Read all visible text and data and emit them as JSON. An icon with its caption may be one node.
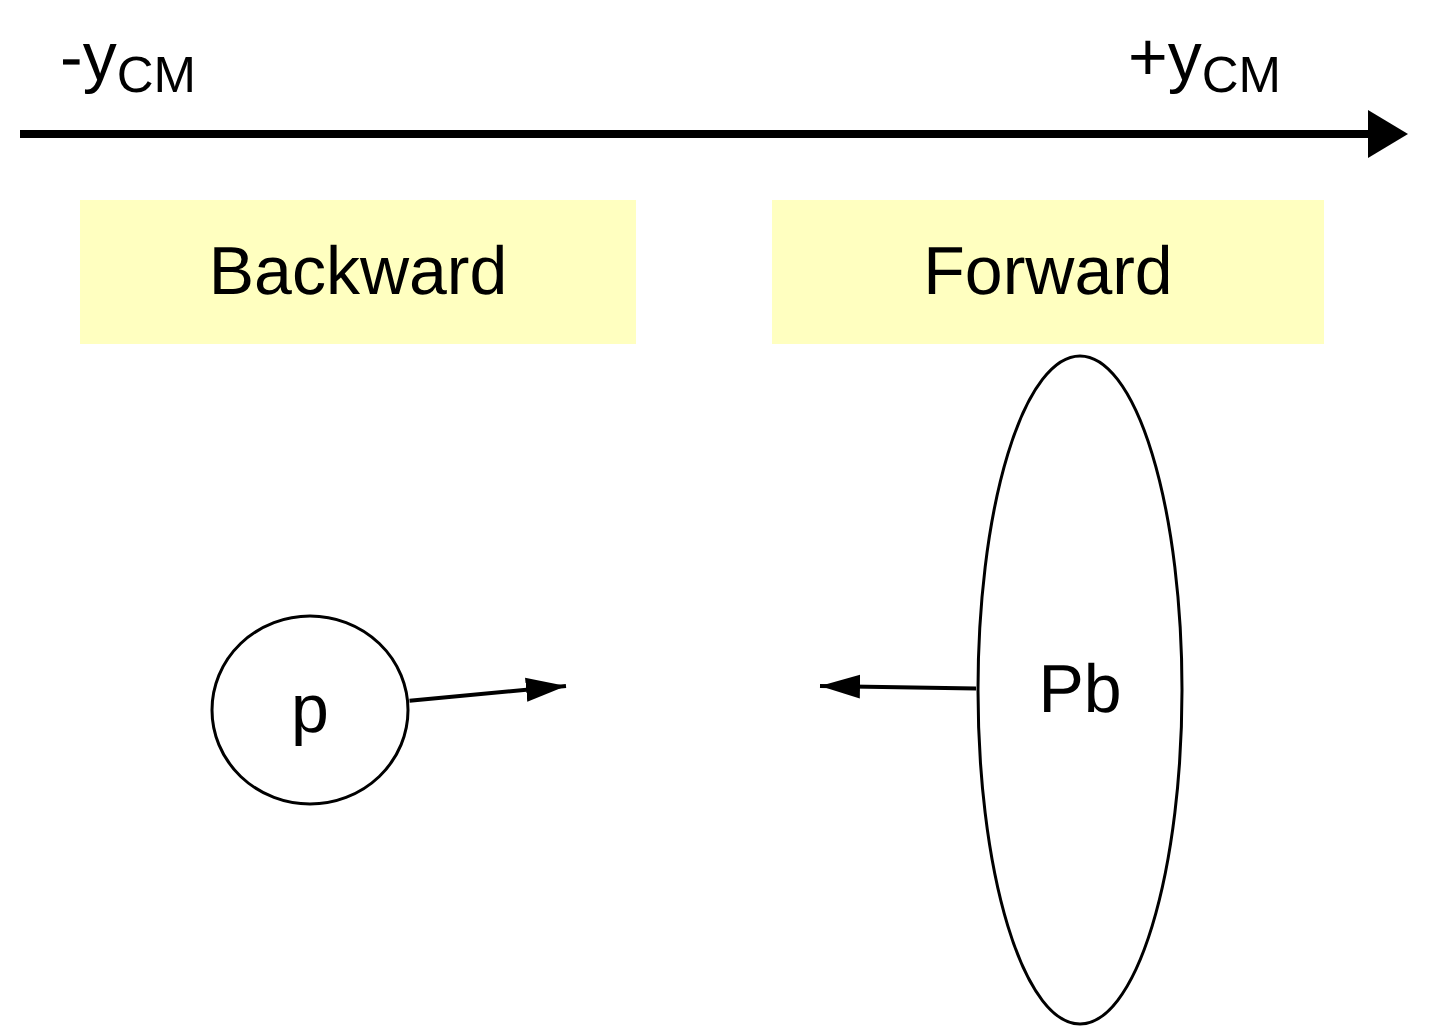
{
  "diagram": {
    "nodes": [
      {
        "text": [
          "Backward"
        ]
      },
      {
        "text": [
          "Forward"
        ]
      },
      {
        "text": [
          "p"
        ]
      },
      {
        "text": [
          "Pb"
        ]
      }
    ],
    "edges": [
      {
        "from": 2,
        "to": null,
        "arrow": "to"
      },
      {
        "from": 3,
        "to": null,
        "arrow": "to"
      }
    ],
    "labels": [
      "-y$_{CM}$",
      "+y$_{CM}$"
    ]
  }
}
